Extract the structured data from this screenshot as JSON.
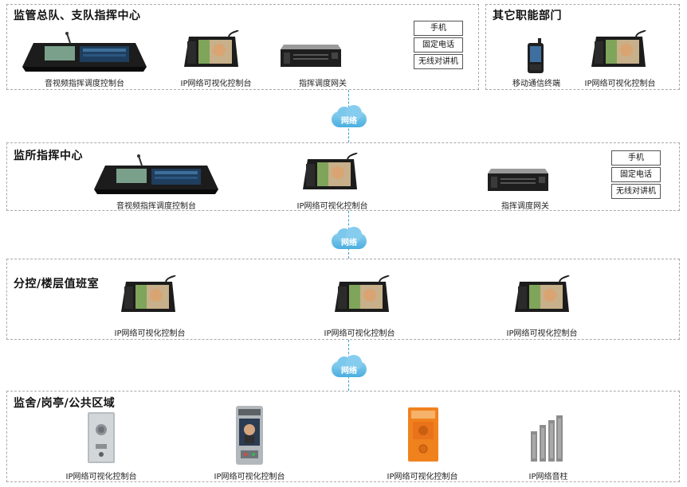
{
  "diagram": {
    "sections": {
      "supervision_hq": {
        "title": "监管总队、支队指挥中心"
      },
      "other_departments": {
        "title": "其它职能部门"
      },
      "prison_command": {
        "title": "监所指挥中心"
      },
      "sub_control": {
        "title": "分控/楼层值班室"
      },
      "cell_area": {
        "title": "监舍/岗亭/公共区域"
      }
    },
    "devices": {
      "av_dispatch_console": "音视频指挥调度控制台",
      "ip_visual_console": "IP网络可视化控制台",
      "dispatch_gateway": "指挥调度网关",
      "mobile_terminal": "移动通信终端",
      "ip_speaker_column": "IP网络音柱"
    },
    "channels": [
      "手机",
      "固定电话",
      "无线对讲机"
    ],
    "network_label": "网络",
    "colors": {
      "cloud": "#4aaee0",
      "link": "#3aa0d8",
      "panel_border": "#a9a9a9",
      "terminal_orange": "#f0821e"
    }
  }
}
